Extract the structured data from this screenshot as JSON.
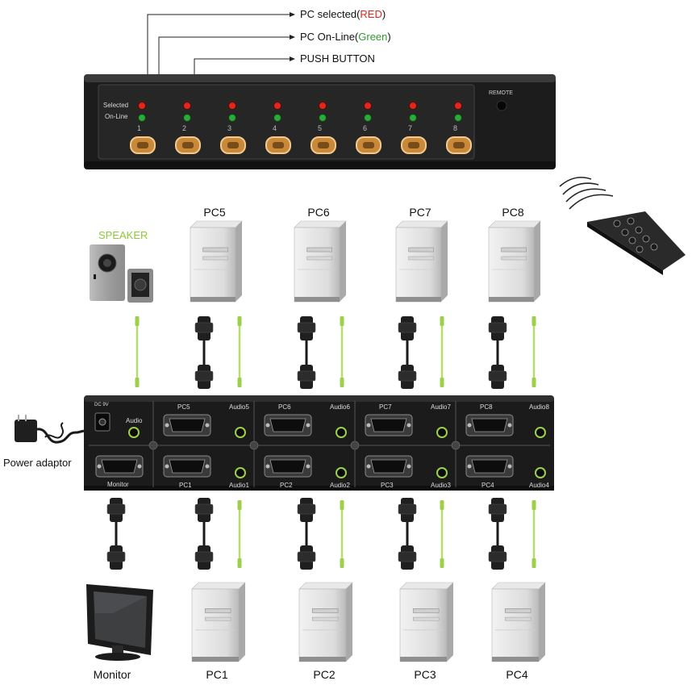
{
  "callouts": {
    "pc_selected_prefix": "PC selected(",
    "pc_selected_color": "RED",
    "pc_selected_suffix": ")",
    "pc_online_prefix": "PC On-Line(",
    "pc_online_color": "Green",
    "pc_online_suffix": ")",
    "push_button": "PUSH BUTTON"
  },
  "front_panel": {
    "selected_label": "Selected",
    "online_label": "On-Line",
    "remote_label": "REMOTE",
    "channels": [
      "1",
      "2",
      "3",
      "4",
      "5",
      "6",
      "7",
      "8"
    ]
  },
  "top_devices": {
    "speaker": "SPEAKER",
    "pcs": [
      "PC5",
      "PC6",
      "PC7",
      "PC8"
    ]
  },
  "rear_panel": {
    "power_label": "DC 9V",
    "audio_label": "Audio",
    "monitor_label": "Monitor",
    "top_ports": [
      {
        "vga": "PC5",
        "audio": "Audio5"
      },
      {
        "vga": "PC6",
        "audio": "Audio6"
      },
      {
        "vga": "PC7",
        "audio": "Audio7"
      },
      {
        "vga": "PC8",
        "audio": "Audio8"
      }
    ],
    "bottom_ports": [
      {
        "vga": "PC1",
        "audio": "Audio1"
      },
      {
        "vga": "PC2",
        "audio": "Audio2"
      },
      {
        "vga": "PC3",
        "audio": "Audio3"
      },
      {
        "vga": "PC4",
        "audio": "Audio4"
      }
    ]
  },
  "side": {
    "power_adaptor": "Power adaptor"
  },
  "bottom_devices": {
    "monitor": "Monitor",
    "pcs": [
      "PC1",
      "PC2",
      "PC3",
      "PC4"
    ]
  },
  "colors": {
    "selected_led": "#e1261c",
    "online_led": "#2ea83a",
    "audio_cable": "#b7dd6a",
    "panel": "#1b1b1b"
  }
}
